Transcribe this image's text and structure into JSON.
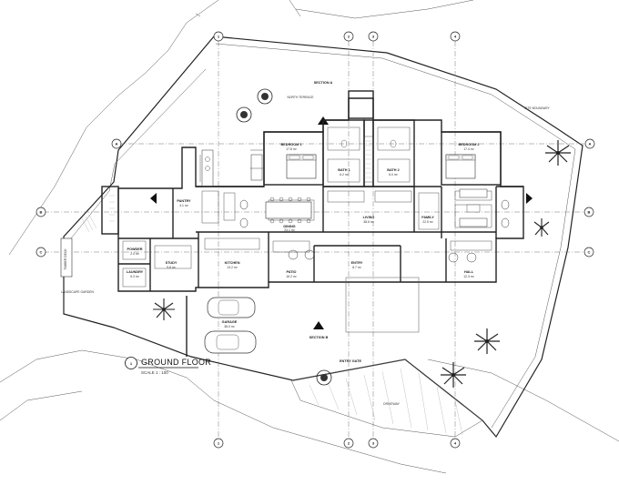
{
  "drawing": {
    "title": "GROUND FLOOR",
    "scale": "SCALE 1 : 100",
    "title_number": "1"
  },
  "grid_markers": {
    "top": [
      "1",
      "2",
      "3",
      "4"
    ],
    "left": [
      "A",
      "B",
      "C"
    ],
    "right": [
      "A",
      "B",
      "C"
    ],
    "bottom": [
      "1",
      "2",
      "3",
      "4"
    ]
  },
  "rooms": [
    {
      "name": "BEDROOM 1",
      "area": "17.8 m²"
    },
    {
      "name": "BEDROOM 2",
      "area": "17.4 m²"
    },
    {
      "name": "BATH 1",
      "area": "6.2 m²"
    },
    {
      "name": "BATH 2",
      "area": "6.0 m²"
    },
    {
      "name": "DINING",
      "area": "24.1 m²"
    },
    {
      "name": "LIVING",
      "area": "38.6 m²"
    },
    {
      "name": "FAMILY",
      "area": "22.5 m²"
    },
    {
      "name": "KITCHEN",
      "area": "13.2 m²"
    },
    {
      "name": "PANTRY",
      "area": "4.1 m²"
    },
    {
      "name": "LAUNDRY",
      "area": "5.3 m²"
    },
    {
      "name": "STUDY",
      "area": "9.8 m²"
    },
    {
      "name": "POWDER",
      "area": "2.4 m²"
    },
    {
      "name": "ENTRY",
      "area": "8.7 m²"
    },
    {
      "name": "PATIO",
      "area": "16.2 m²"
    },
    {
      "name": "GARAGE",
      "area": "38.0 m²"
    },
    {
      "name": "HALL",
      "area": "12.3 m²"
    }
  ],
  "annotations": {
    "section_top": "SECTION A",
    "section_bottom": "SECTION B",
    "driveway": "DRIVEWAY",
    "entry_gate": "ENTRY GATE",
    "deck": "TIMBER DECK",
    "boundary": "SITE BOUNDARY",
    "landscape": "LANDSCAPE GARDEN",
    "north_terrace": "NORTH TERRACE"
  }
}
